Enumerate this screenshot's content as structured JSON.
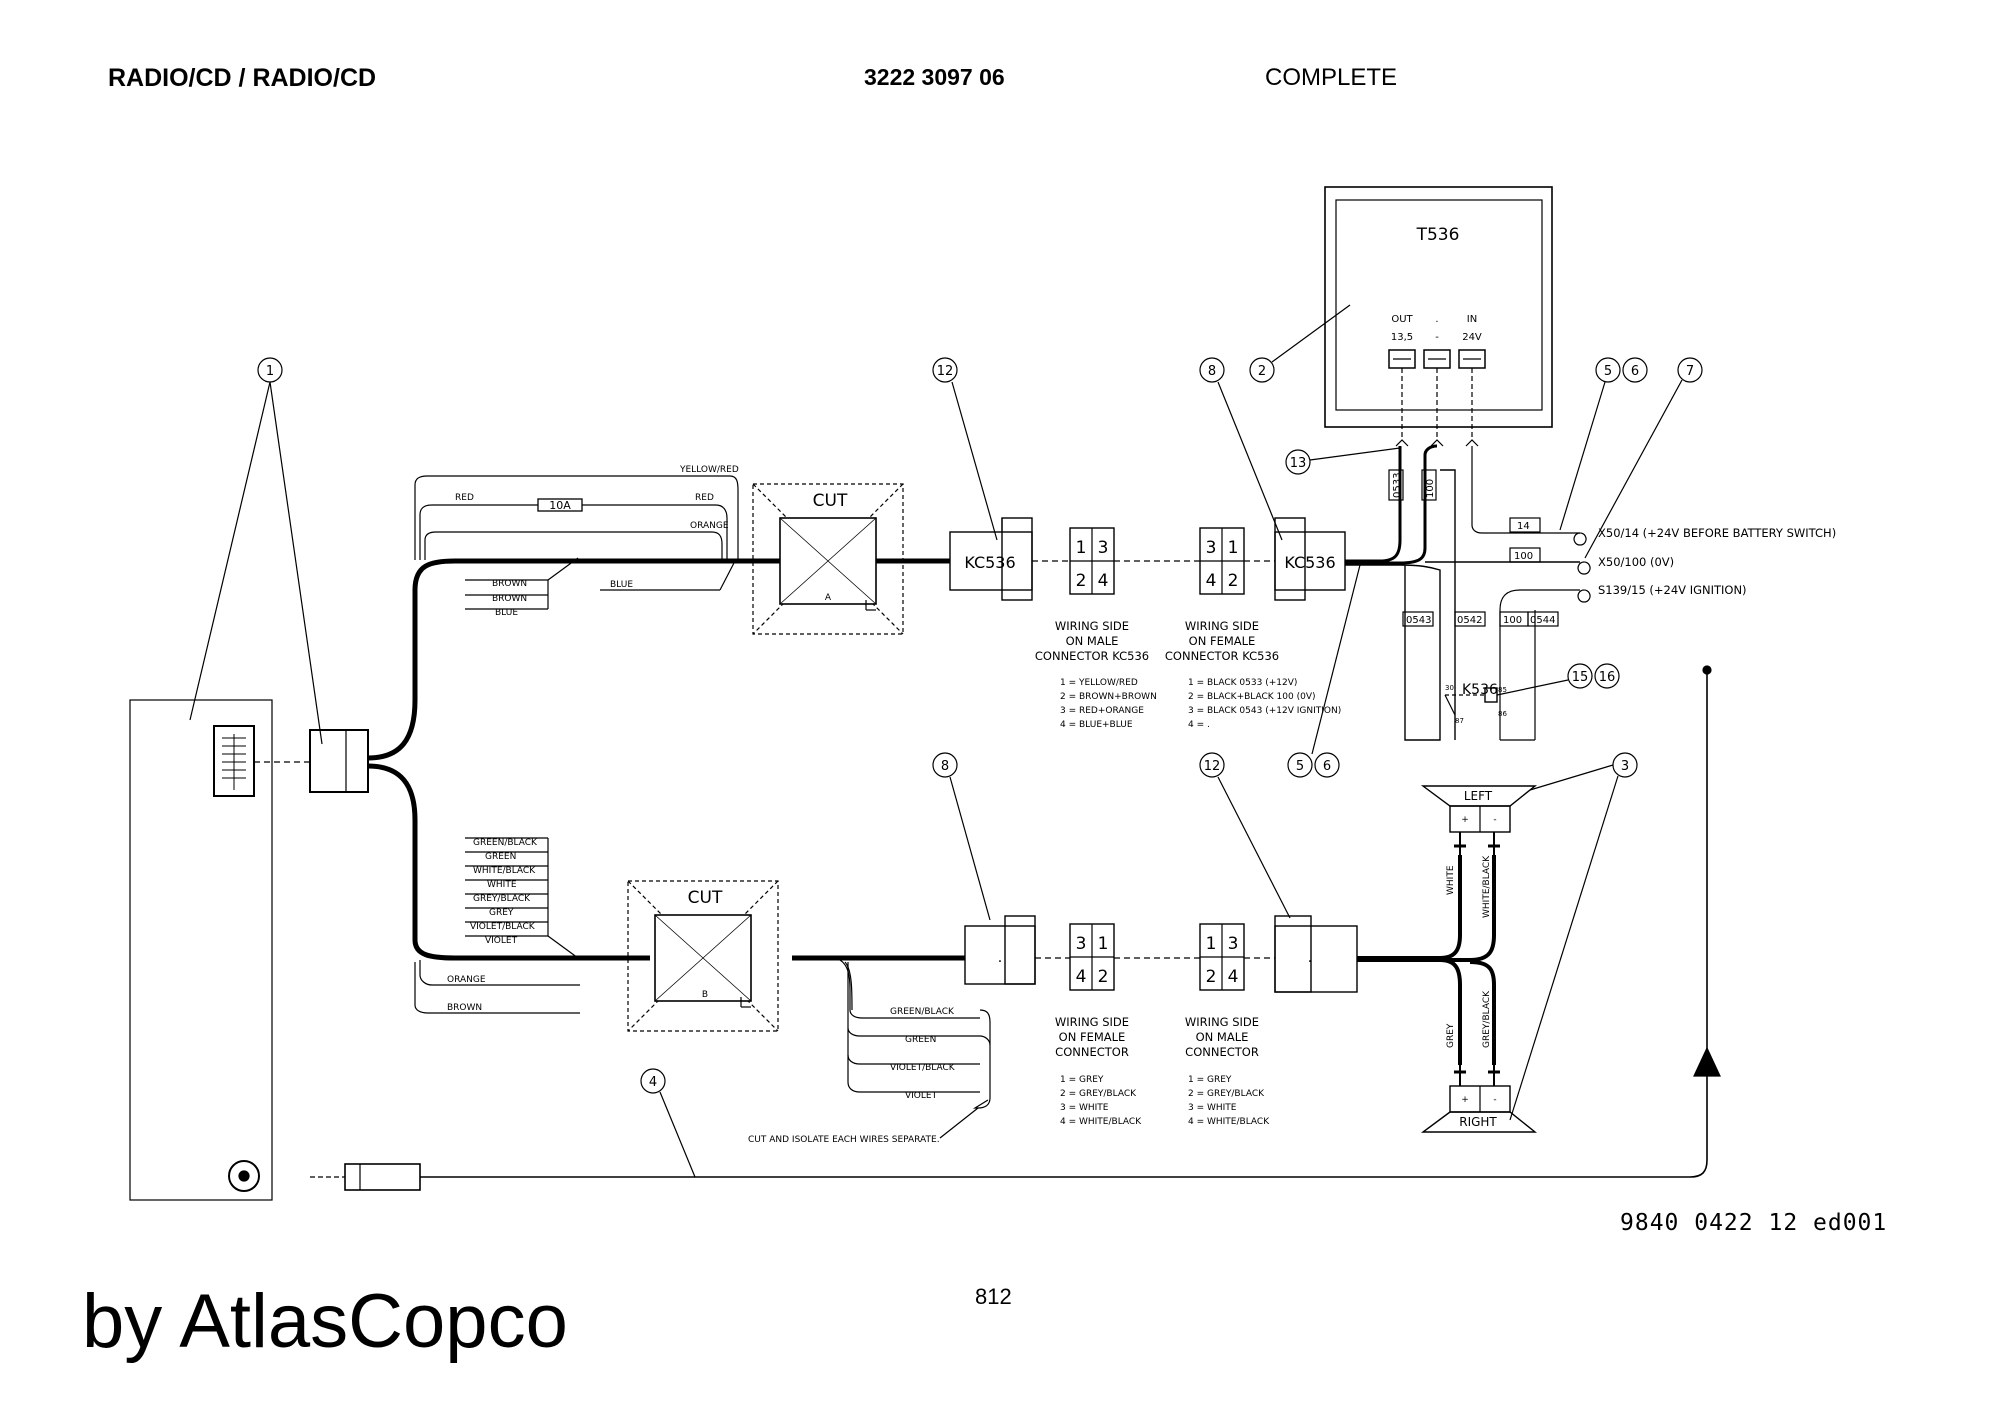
{
  "header": {
    "title": "RADIO/CD / RADIO/CD",
    "part_number": "3222 3097 06",
    "status": "COMPLETE"
  },
  "footer": {
    "doc_number": "9840 0422 12 ed001",
    "page": "812",
    "brand": "by AtlasCopco"
  },
  "callouts": [
    "1",
    "2",
    "3",
    "4",
    "5",
    "6",
    "7",
    "8",
    "12",
    "13",
    "15",
    "16"
  ],
  "transformer": {
    "label": "T536",
    "out_label": "OUT",
    "out_value": "13,5",
    "mid_label": ".",
    "mid_value": "-",
    "in_label": "IN",
    "in_value": "24V"
  },
  "upper_harness": {
    "wires_top": [
      "YELLOW/RED",
      "RED",
      "RED",
      "ORANGE"
    ],
    "fuse": "10A",
    "wires_bundle": [
      "BROWN",
      "BROWN",
      "BLUE"
    ],
    "wire_blue": "BLUE",
    "cut_label": "CUT",
    "cut_letter": "A",
    "connector_male": "KC536",
    "connector_female": "KC536"
  },
  "male_connector_pins": [
    "1",
    "3",
    "2",
    "4"
  ],
  "female_connector_pins": [
    "3",
    "1",
    "4",
    "2"
  ],
  "upper_caption_male": [
    "WIRING SIDE",
    "ON MALE",
    "CONNECTOR KC536"
  ],
  "upper_caption_female": [
    "WIRING SIDE",
    "ON FEMALE",
    "CONNECTOR KC536"
  ],
  "upper_pinout_male": [
    "1 = YELLOW/RED",
    "2 = BROWN+BROWN",
    "3 = RED+ORANGE",
    "4 = BLUE+BLUE"
  ],
  "upper_pinout_female": [
    "1 = BLACK 0533 (+12V)",
    "2 = BLACK+BLACK 100 (0V)",
    "3 = BLACK 0543 (+12V IGNITION)",
    "4 = ."
  ],
  "wire_numbers": [
    "0533",
    "100",
    "0543",
    "0542",
    "100",
    "0544",
    "14",
    "100"
  ],
  "terminals": [
    "X50/14 (+24V BEFORE BATTERY SWITCH)",
    "X50/100 (0V)",
    "S139/15 (+24V IGNITION)"
  ],
  "relay": {
    "label": "K536",
    "pin30": "30",
    "pin85": "85",
    "pin86": "86",
    "pin87": "87"
  },
  "lower_harness": {
    "wires": [
      "GREEN/BLACK",
      "GREEN",
      "WHITE/BLACK",
      "WHITE",
      "GREY/BLACK",
      "GREY",
      "VIOLET/BLACK",
      "VIOLET"
    ],
    "wire_orange": "ORANGE",
    "wire_brown": "BROWN",
    "cut_label": "CUT",
    "cut_letter": "B",
    "branch_wires": [
      "GREEN/BLACK",
      "GREEN",
      "VIOLET/BLACK",
      "VIOLET"
    ],
    "isolate_note": "CUT AND ISOLATE EACH WIRES SEPARATE."
  },
  "lower_connector_dot": ".",
  "lower_left_pins": [
    "3",
    "1",
    "4",
    "2"
  ],
  "lower_right_pins": [
    "1",
    "3",
    "2",
    "4"
  ],
  "lower_caption_female": [
    "WIRING SIDE",
    "ON FEMALE",
    "CONNECTOR"
  ],
  "lower_caption_male": [
    "WIRING SIDE",
    "ON MALE",
    "CONNECTOR"
  ],
  "lower_pinout": [
    "1 = GREY",
    "2 = GREY/BLACK",
    "3 = WHITE",
    "4 = WHITE/BLACK"
  ],
  "speakers": {
    "left": "LEFT",
    "right": "RIGHT",
    "plus": "+",
    "minus": "-",
    "left_wires": [
      "WHITE",
      "WHITE/BLACK"
    ],
    "right_wires": [
      "GREY",
      "GREY/BLACK"
    ]
  }
}
